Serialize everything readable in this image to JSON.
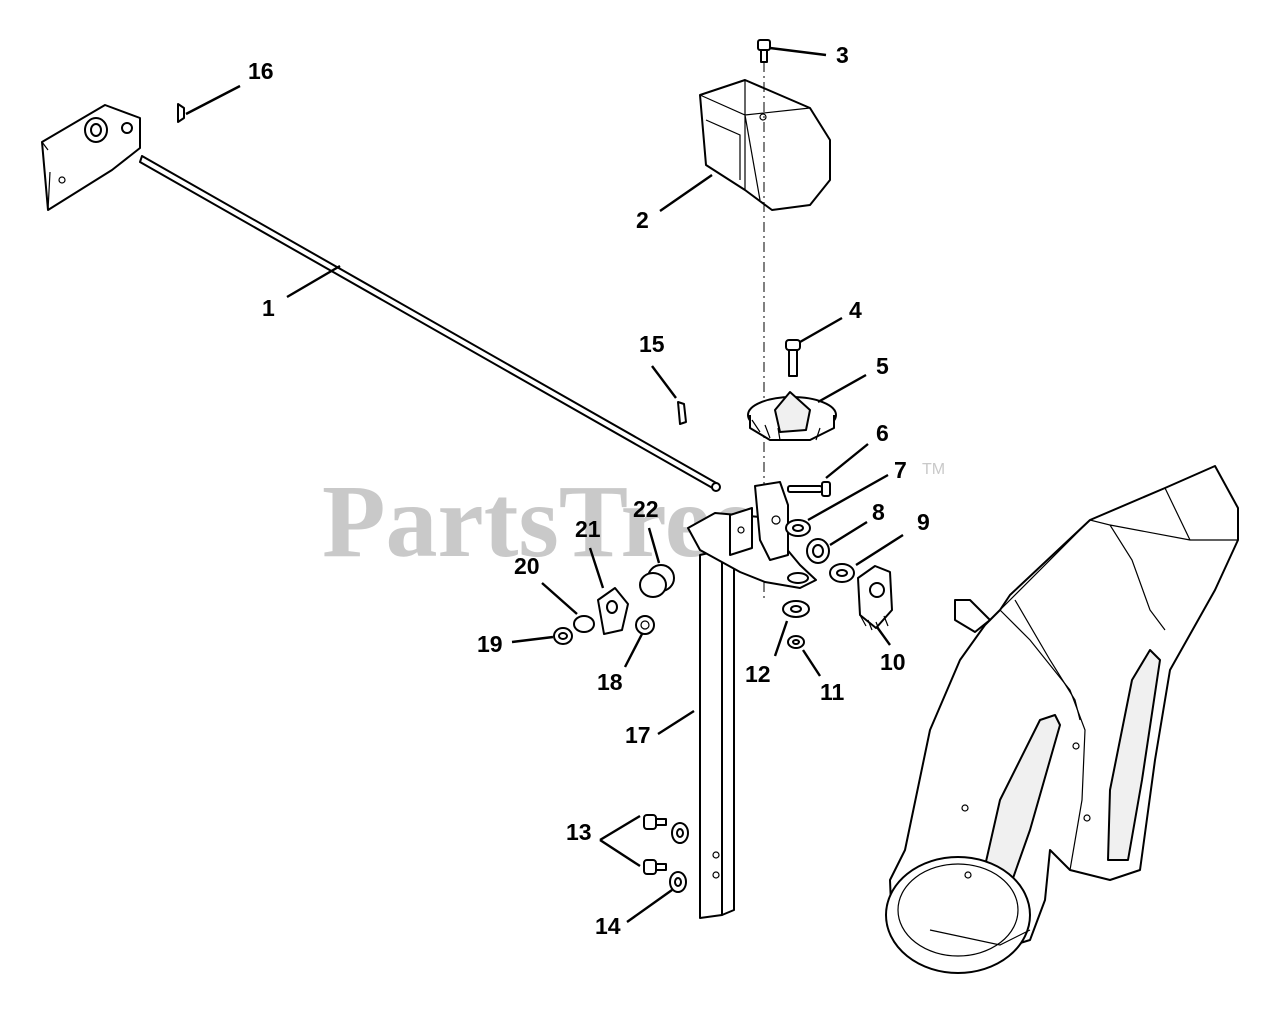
{
  "watermark": {
    "brand": "PartsTree",
    "trademark": "TM"
  },
  "callouts": [
    {
      "id": "1",
      "label": "1"
    },
    {
      "id": "2",
      "label": "2"
    },
    {
      "id": "3",
      "label": "3"
    },
    {
      "id": "4",
      "label": "4"
    },
    {
      "id": "5",
      "label": "5"
    },
    {
      "id": "6",
      "label": "6"
    },
    {
      "id": "7",
      "label": "7"
    },
    {
      "id": "8",
      "label": "8"
    },
    {
      "id": "9",
      "label": "9"
    },
    {
      "id": "10",
      "label": "10"
    },
    {
      "id": "11",
      "label": "11"
    },
    {
      "id": "12",
      "label": "12"
    },
    {
      "id": "13",
      "label": "13"
    },
    {
      "id": "14",
      "label": "14"
    },
    {
      "id": "15",
      "label": "15"
    },
    {
      "id": "16",
      "label": "16"
    },
    {
      "id": "17",
      "label": "17"
    },
    {
      "id": "18",
      "label": "18"
    },
    {
      "id": "19",
      "label": "19"
    },
    {
      "id": "20",
      "label": "20"
    },
    {
      "id": "21",
      "label": "21"
    },
    {
      "id": "22",
      "label": "22"
    }
  ]
}
